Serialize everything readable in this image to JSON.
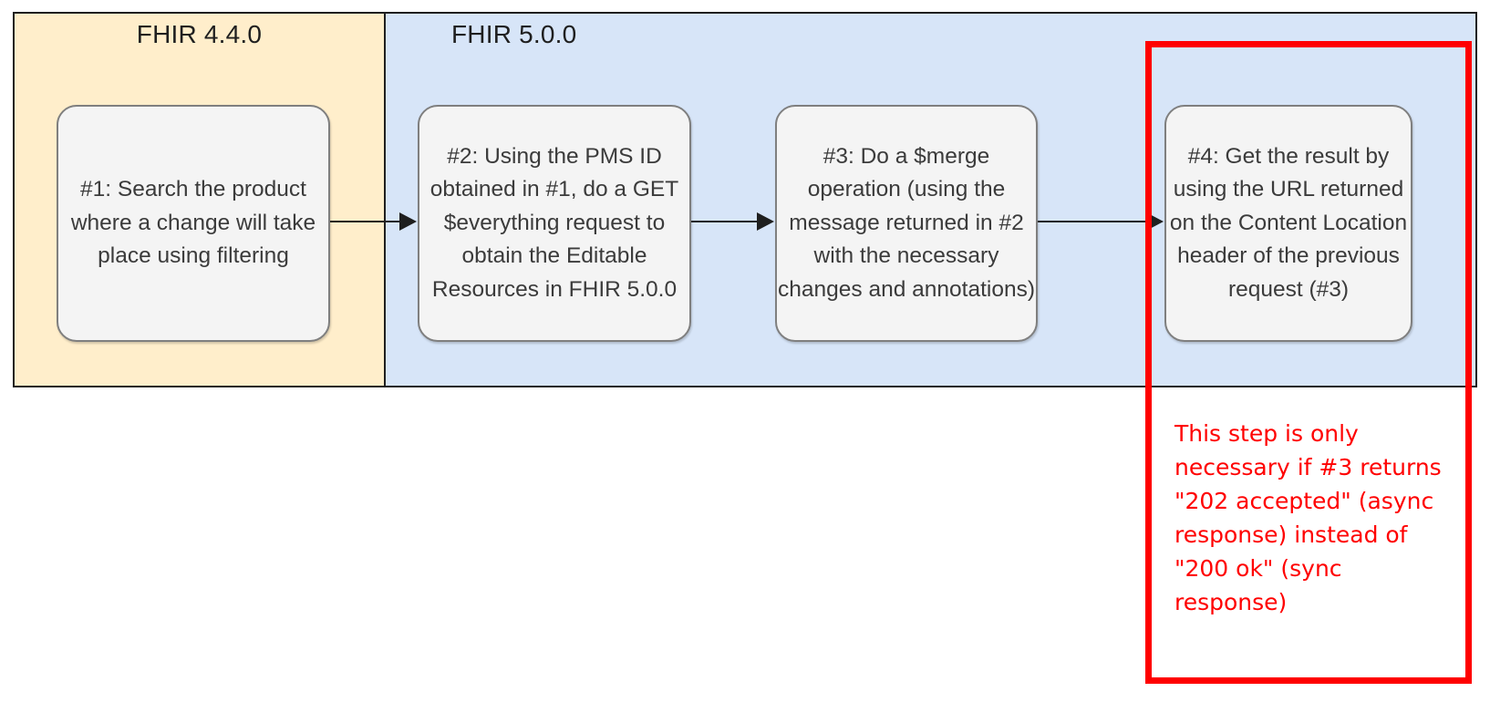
{
  "diagram": {
    "type": "swimlane-flowchart",
    "lanes": [
      {
        "id": "fhir-440",
        "title": "FHIR 4.4.0",
        "fill": "#ffeecb"
      },
      {
        "id": "fhir-500",
        "title": "FHIR 5.0.0",
        "fill": "#d7e5f8"
      }
    ],
    "nodes": [
      {
        "id": "step-1",
        "lane": "fhir-440",
        "label": "#1: Search the product where a change will take place using filtering"
      },
      {
        "id": "step-2",
        "lane": "fhir-500",
        "label": "#2: Using the PMS ID obtained in #1, do a GET $everything request to obtain the Editable Resources in FHIR 5.0.0"
      },
      {
        "id": "step-3",
        "lane": "fhir-500",
        "label": "#3: Do a $merge operation (using the message returned in #2 with the necessary changes and annotations)"
      },
      {
        "id": "step-4",
        "lane": "fhir-500",
        "label": "#4: Get the result by using the URL returned on the Content Location header of the previous request (#3)"
      }
    ],
    "connectors": [
      {
        "id": "edge-1-2",
        "from": "step-1",
        "to": "step-2",
        "style": "arrow"
      },
      {
        "id": "edge-2-3",
        "from": "step-2",
        "to": "step-3",
        "style": "arrow"
      },
      {
        "id": "edge-3-4",
        "from": "step-3",
        "to": "step-4",
        "style": "arrow"
      }
    ],
    "callout": {
      "id": "async-note",
      "color": "#ff0000",
      "targets": "step-4",
      "note": "This step is only necessary if #3 returns \"202 accepted\" (async response) instead of \"200 ok\" (sync response)"
    },
    "colors": {
      "lane_yellow": "#ffeecb",
      "lane_blue": "#d7e5f8",
      "node_fill": "#f4f4f4",
      "node_stroke": "#7f7f7f",
      "lane_stroke": "#1f1f1f",
      "callout_red": "#ff0000",
      "text_dark": "#3b3b3b"
    }
  }
}
